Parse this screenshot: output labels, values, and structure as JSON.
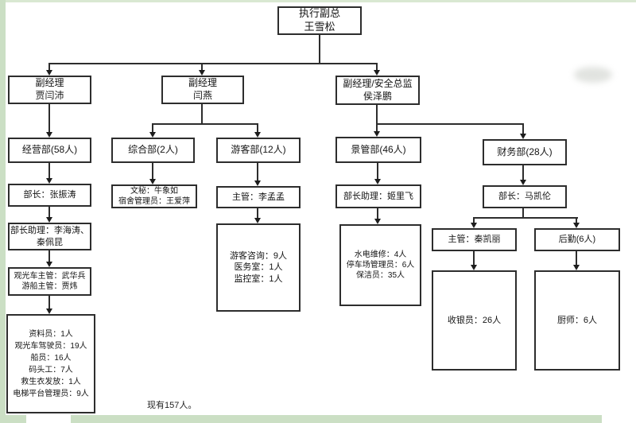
{
  "note": "现有157人。",
  "colors": {
    "line": "#2d2d2d",
    "edge_green": "#cbdfc4",
    "page": "#ffffff"
  },
  "nodes": {
    "exec": [
      "执行副总",
      "王雪松"
    ],
    "vp_jia": [
      "副经理",
      "贾闫沛"
    ],
    "vp_yan": [
      "副经理",
      "闫燕"
    ],
    "vp_hou": [
      "副经理/安全总监",
      "侯泽鹏"
    ],
    "dept_operations": [
      "经营部(58人)"
    ],
    "dept_general": [
      "综合部(2人)"
    ],
    "dept_visitor": [
      "游客部(12人)"
    ],
    "dept_scenic": [
      "景管部(46人)"
    ],
    "dept_finance": [
      "财务部(28人)"
    ],
    "ops_chief": [
      "部长：张振涛"
    ],
    "general_staff": [
      "文秘：牛象如",
      "宿舍管理员：王爱萍"
    ],
    "visitor_supervisor": [
      "主管：李孟孟"
    ],
    "scenic_assistant": [
      "部长助理：姬里飞"
    ],
    "finance_chief": [
      "部长：马凯伦"
    ],
    "ops_assistants": [
      "部长助理：李海涛、",
      "秦佩昆"
    ],
    "visitor_detail": [
      "游客咨询：9人",
      "医务室：1人",
      "监控室：1人"
    ],
    "scenic_detail": [
      "水电维修：4人",
      "停车场管理员：6人",
      "保洁员：35人"
    ],
    "finance_supervisor": [
      "主管：秦凯丽"
    ],
    "logistics": [
      "后勤(6人)"
    ],
    "ops_supervisors": [
      "观光车主管：武华兵",
      "游船主管：贾炜"
    ],
    "ops_detail": [
      "资料员：1人",
      "观光车驾驶员：19人",
      "船员：16人",
      "码头工：7人",
      "救生衣发放：1人",
      "电梯平台管理员：9人"
    ],
    "cashiers": [
      "收银员：26人"
    ],
    "cooks": [
      "厨师：6人"
    ]
  }
}
